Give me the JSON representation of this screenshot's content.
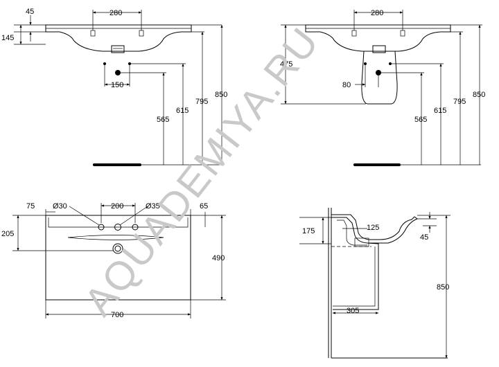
{
  "watermark": "AQUADEMIYA.RU",
  "views": {
    "side_wall": {
      "d45": "45",
      "d280": "280",
      "d145": "145",
      "d150": "150",
      "d565": "565",
      "d615": "615",
      "d795": "795",
      "d850": "850"
    },
    "side_pedestal": {
      "d280": "280",
      "d475": "475",
      "d80": "80",
      "d565": "565",
      "d615": "615",
      "d795": "795",
      "d850": "850"
    },
    "top": {
      "d75": "75",
      "dia30": "Ø30",
      "d200": "200",
      "dia35": "Ø35",
      "d65": "65",
      "d205": "205",
      "d490": "490",
      "d700": "700"
    },
    "section": {
      "d175": "175",
      "d125": "125",
      "d45": "45",
      "d305": "305",
      "d850": "850"
    }
  }
}
